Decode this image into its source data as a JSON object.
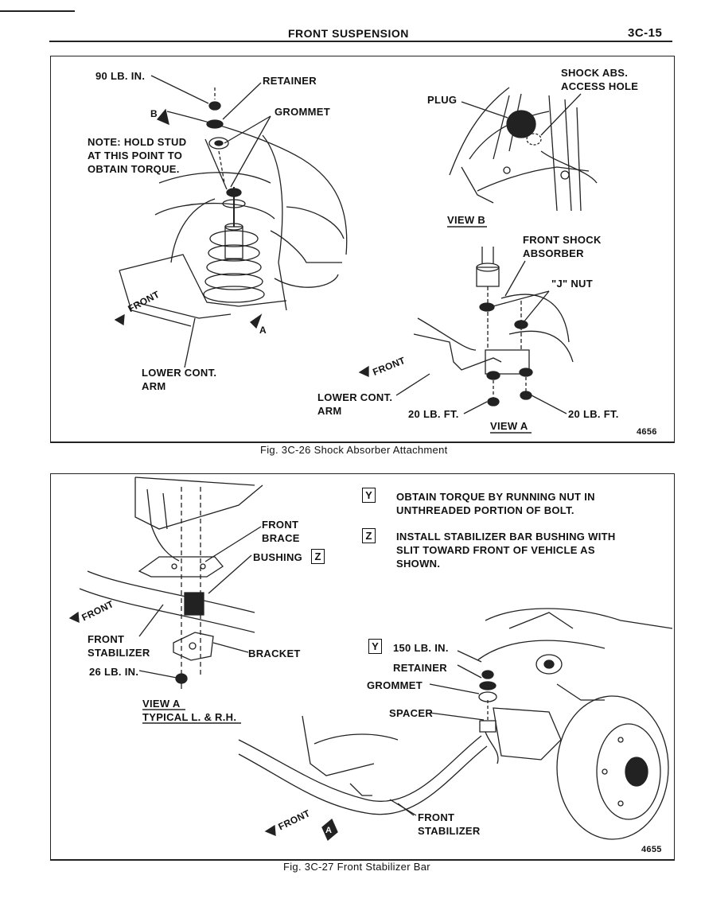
{
  "header": {
    "title": "FRONT SUSPENSION",
    "page": "3C-15"
  },
  "fig26": {
    "caption": "Fig. 3C-26 Shock Absorber Attachment",
    "number": "4656",
    "labels": {
      "torque_top": "90 LB. IN.",
      "retainer": "RETAINER",
      "grommet": "GROMMET",
      "note": "NOTE: HOLD STUD\nAT THIS POINT TO\nOBTAIN TORQUE.",
      "b_marker": "B",
      "a_marker": "A",
      "front_left": "FRONT",
      "lower_arm_left": "LOWER CONT.\nARM",
      "plug": "PLUG",
      "access_hole": "SHOCK ABS.\nACCESS HOLE",
      "view_b": "VIEW B",
      "front_shock": "FRONT SHOCK\nABSORBER",
      "j_nut": "\"J\" NUT",
      "front_right": "FRONT",
      "lower_arm_right": "LOWER CONT.\nARM",
      "torque_left": "20 LB. FT.",
      "torque_right": "20 LB. FT.",
      "view_a": "VIEW A"
    }
  },
  "fig27": {
    "caption": "Fig. 3C-27 Front Stabilizer Bar",
    "number": "4655",
    "legend": [
      {
        "key": "Y",
        "text": "OBTAIN TORQUE BY RUNNING NUT IN\nUNTHREADED PORTION OF BOLT."
      },
      {
        "key": "Z",
        "text": "INSTALL STABILIZER BAR BUSHING WITH\nSLIT TOWARD FRONT OF VEHICLE AS\nSHOWN."
      }
    ],
    "labels": {
      "front_brace": "FRONT\nBRACE",
      "bushing": "BUSHING",
      "bushing_key": "Z",
      "front_left": "FRONT",
      "front_stabilizer_left": "FRONT\nSTABILIZER",
      "bracket": "BRACKET",
      "torque_26": "26 LB. IN.",
      "view_a": "VIEW A\nTYPICAL L. & R.H.",
      "torque_150_key": "Y",
      "torque_150": "150 LB. IN.",
      "retainer": "RETAINER",
      "grommet": "GROMMET",
      "spacer": "SPACER",
      "front_bottom": "FRONT",
      "a_marker": "A",
      "front_stabilizer_right": "FRONT\nSTABILIZER"
    }
  }
}
